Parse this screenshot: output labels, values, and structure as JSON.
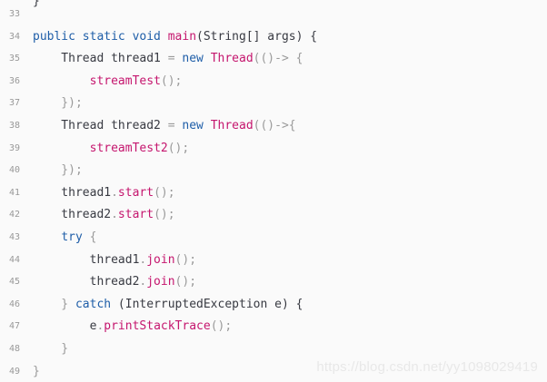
{
  "colors": {
    "background": "#fafafa",
    "line_number": "#999999",
    "keyword": "#1f5ea8",
    "function_call": "#c5166e",
    "plain": "#383a42",
    "punctuation": "#9a9a9a",
    "watermark": "#e8e8e8"
  },
  "top_fragment": "}",
  "lines": [
    {
      "num": "33",
      "tokens": []
    },
    {
      "num": "34",
      "tokens": [
        {
          "t": "public static void ",
          "c": "blue"
        },
        {
          "t": "main",
          "c": "fn"
        },
        {
          "t": "(String[] args) {",
          "c": "plain"
        }
      ]
    },
    {
      "num": "35",
      "tokens": [
        {
          "t": "    Thread thread1 ",
          "c": "plain"
        },
        {
          "t": "= ",
          "c": "punct"
        },
        {
          "t": "new ",
          "c": "blue"
        },
        {
          "t": "Thread",
          "c": "fn"
        },
        {
          "t": "(()-> {",
          "c": "punct"
        }
      ]
    },
    {
      "num": "36",
      "tokens": [
        {
          "t": "        ",
          "c": "plain"
        },
        {
          "t": "streamTest",
          "c": "fn"
        },
        {
          "t": "();",
          "c": "punct"
        }
      ]
    },
    {
      "num": "37",
      "tokens": [
        {
          "t": "    });",
          "c": "punct"
        }
      ]
    },
    {
      "num": "38",
      "tokens": [
        {
          "t": "    Thread thread2 ",
          "c": "plain"
        },
        {
          "t": "= ",
          "c": "punct"
        },
        {
          "t": "new ",
          "c": "blue"
        },
        {
          "t": "Thread",
          "c": "fn"
        },
        {
          "t": "(()->{",
          "c": "punct"
        }
      ]
    },
    {
      "num": "39",
      "tokens": [
        {
          "t": "        ",
          "c": "plain"
        },
        {
          "t": "streamTest2",
          "c": "fn"
        },
        {
          "t": "();",
          "c": "punct"
        }
      ]
    },
    {
      "num": "40",
      "tokens": [
        {
          "t": "    });",
          "c": "punct"
        }
      ]
    },
    {
      "num": "41",
      "tokens": [
        {
          "t": "    thread1",
          "c": "plain"
        },
        {
          "t": ".",
          "c": "punct"
        },
        {
          "t": "start",
          "c": "fn"
        },
        {
          "t": "();",
          "c": "punct"
        }
      ]
    },
    {
      "num": "42",
      "tokens": [
        {
          "t": "    thread2",
          "c": "plain"
        },
        {
          "t": ".",
          "c": "punct"
        },
        {
          "t": "start",
          "c": "fn"
        },
        {
          "t": "();",
          "c": "punct"
        }
      ]
    },
    {
      "num": "43",
      "tokens": [
        {
          "t": "    ",
          "c": "plain"
        },
        {
          "t": "try",
          "c": "blue"
        },
        {
          "t": " {",
          "c": "punct"
        }
      ]
    },
    {
      "num": "44",
      "tokens": [
        {
          "t": "        thread1",
          "c": "plain"
        },
        {
          "t": ".",
          "c": "punct"
        },
        {
          "t": "join",
          "c": "fn"
        },
        {
          "t": "();",
          "c": "punct"
        }
      ]
    },
    {
      "num": "45",
      "tokens": [
        {
          "t": "        thread2",
          "c": "plain"
        },
        {
          "t": ".",
          "c": "punct"
        },
        {
          "t": "join",
          "c": "fn"
        },
        {
          "t": "();",
          "c": "punct"
        }
      ]
    },
    {
      "num": "46",
      "tokens": [
        {
          "t": "    } ",
          "c": "punct"
        },
        {
          "t": "catch",
          "c": "blue"
        },
        {
          "t": " (InterruptedException e) {",
          "c": "plain"
        }
      ]
    },
    {
      "num": "47",
      "tokens": [
        {
          "t": "        e",
          "c": "plain"
        },
        {
          "t": ".",
          "c": "punct"
        },
        {
          "t": "printStackTrace",
          "c": "fn"
        },
        {
          "t": "();",
          "c": "punct"
        }
      ]
    },
    {
      "num": "48",
      "tokens": [
        {
          "t": "    }",
          "c": "punct"
        }
      ]
    },
    {
      "num": "49",
      "tokens": [
        {
          "t": "}",
          "c": "punct"
        }
      ]
    }
  ],
  "watermark": "https://blog.csdn.net/yy1098029419"
}
